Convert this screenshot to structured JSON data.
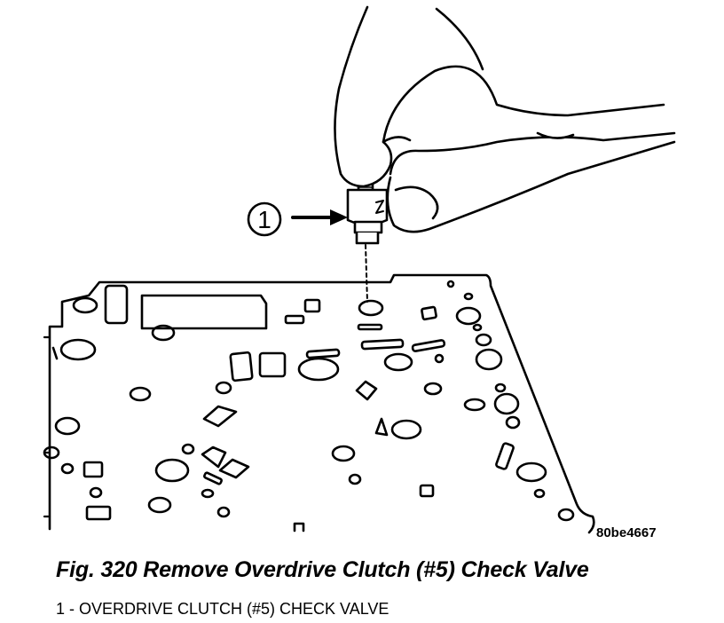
{
  "figure": {
    "callout_number": "1",
    "image_code": "80be4667"
  },
  "caption": "Fig. 320 Remove Overdrive Clutch (#5) Check Valve",
  "legend": "1 - OVERDRIVE CLUTCH (#5) CHECK VALVE"
}
